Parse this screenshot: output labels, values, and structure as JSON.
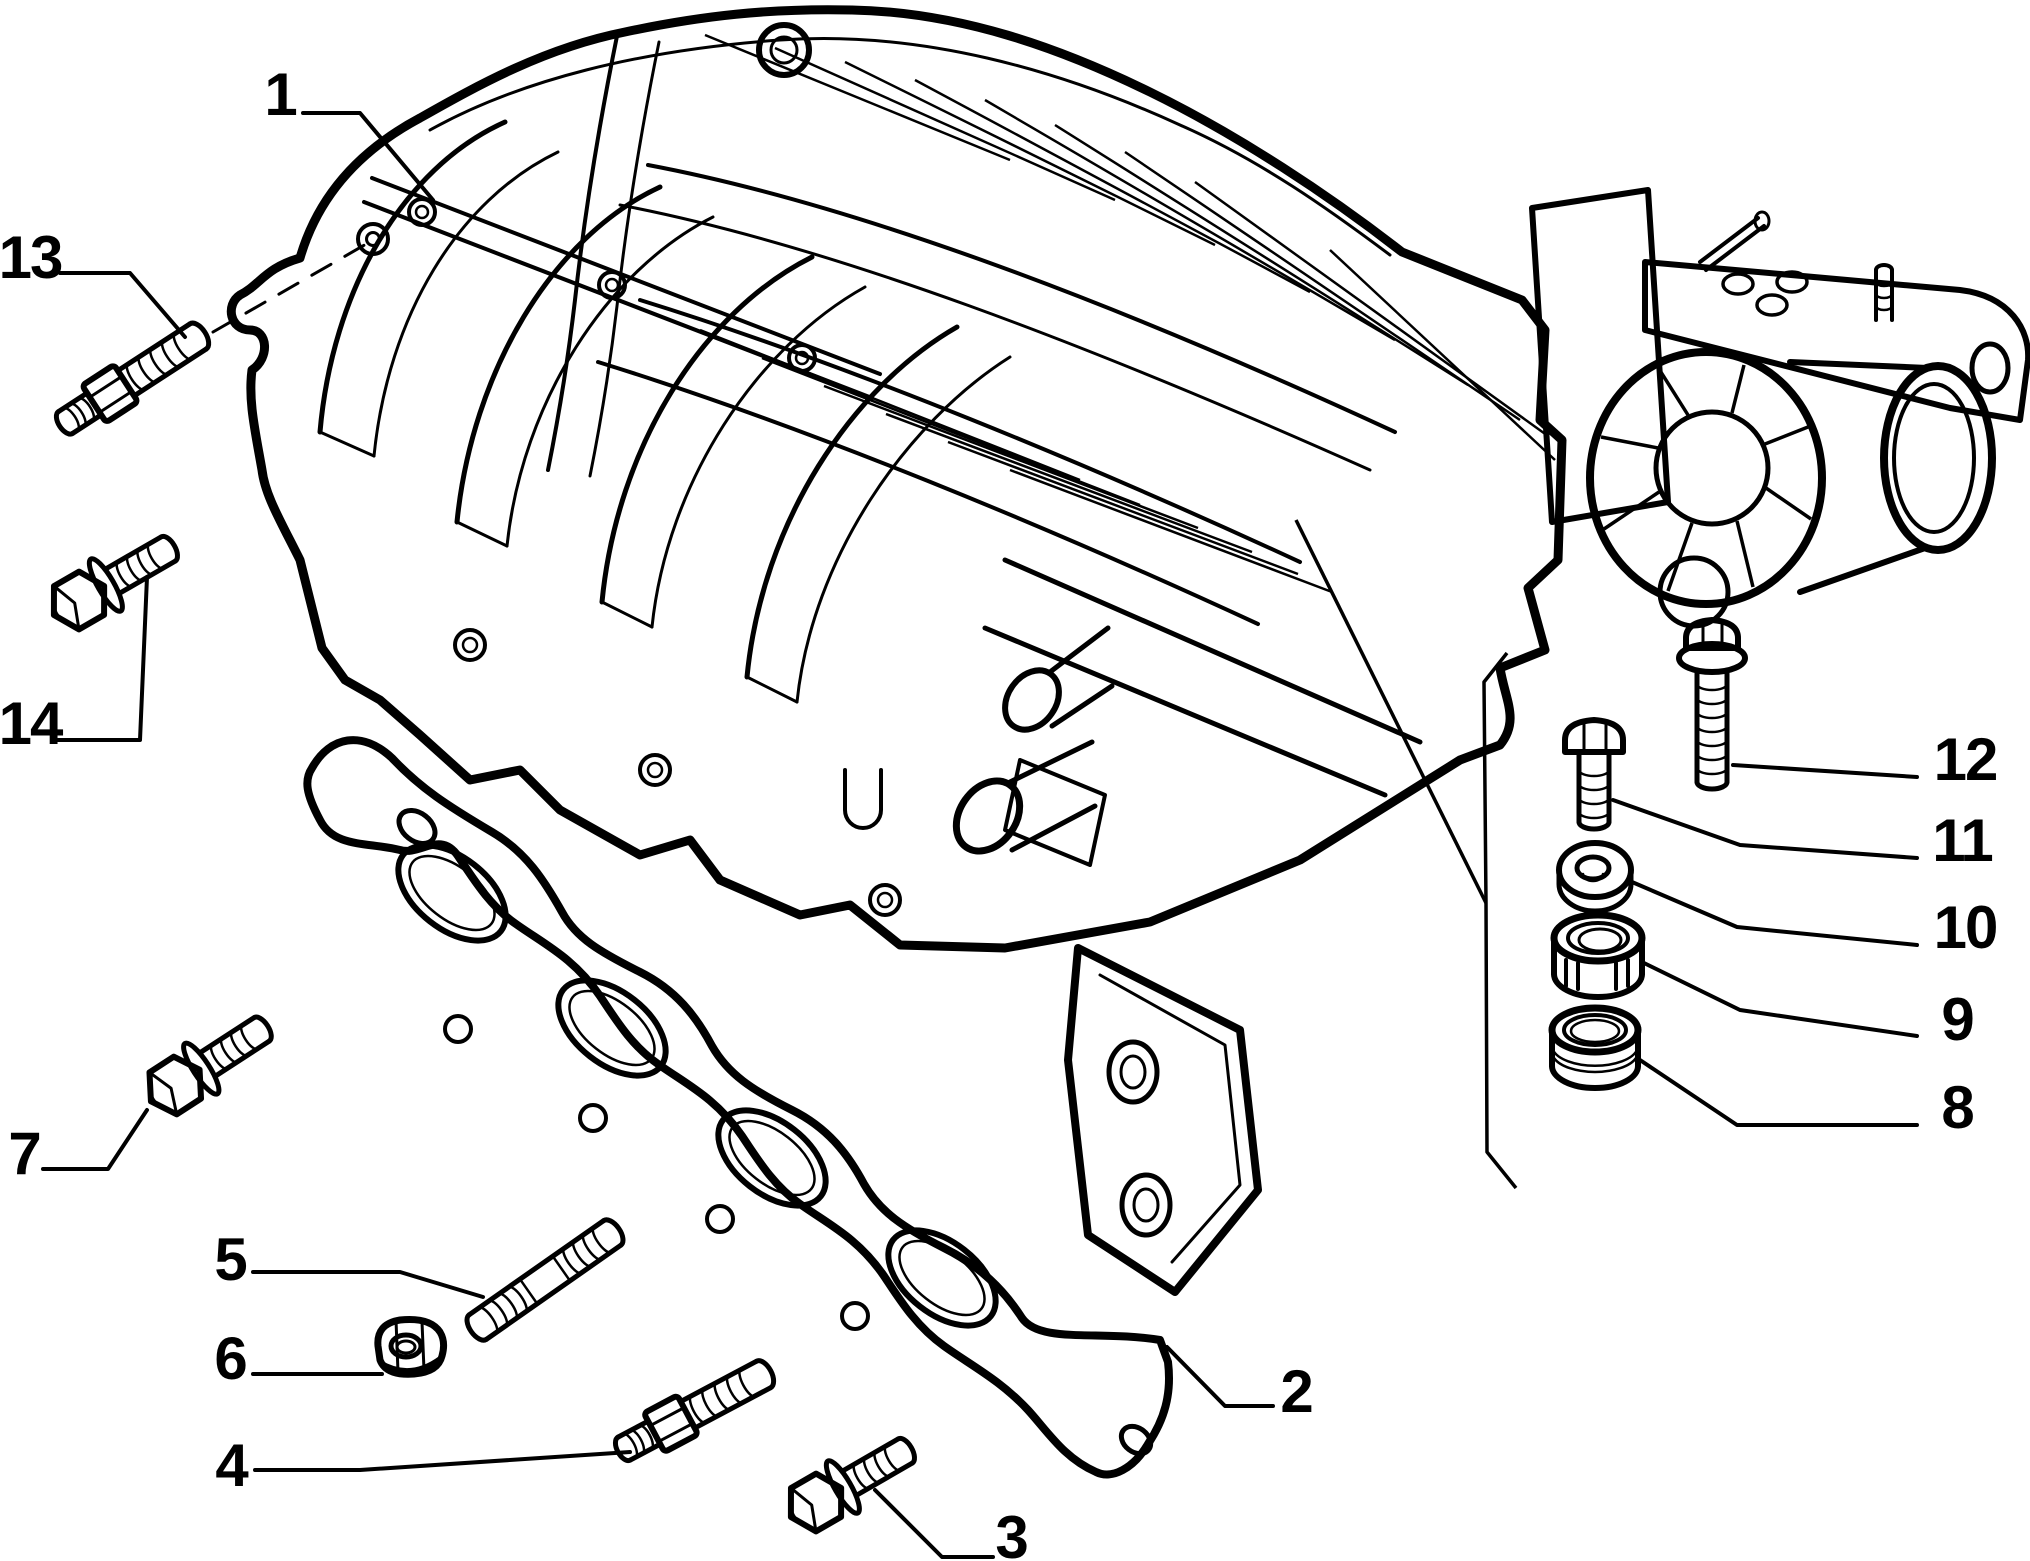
{
  "page": {
    "background_color": "#ffffff",
    "ink_color": "#000000",
    "type": "exploded-parts-diagram"
  },
  "callouts": {
    "c1": "1",
    "c2": "2",
    "c3": "3",
    "c4": "4",
    "c5": "5",
    "c6": "6",
    "c7": "7",
    "c8": "8",
    "c9": "9",
    "c10": "10",
    "c11": "11",
    "c12": "12",
    "c13": "13",
    "c14": "14"
  }
}
